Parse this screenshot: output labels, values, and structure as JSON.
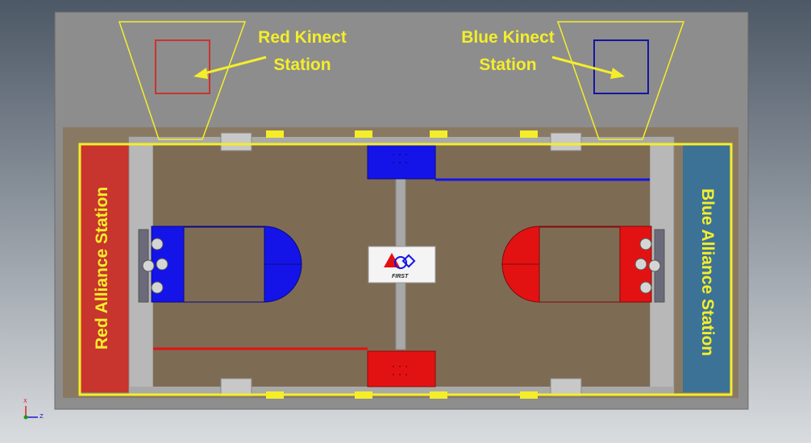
{
  "labels": {
    "red_kinect_line1": "Red Kinect",
    "red_kinect_line2": "Station",
    "blue_kinect_line1": "Blue Kinect",
    "blue_kinect_line2": "Station",
    "red_alliance": "Red Alliance Station",
    "blue_alliance": "Blue Alliance Station",
    "logo_text": "FIRST",
    "axis_x": "X",
    "axis_z": "Z"
  },
  "colors": {
    "highlight": "#f4ee2a",
    "red": "#e31212",
    "blue": "#1414e8",
    "carpet": "#7e6b54",
    "alliance_red": "#c8342e",
    "alliance_blue": "#3c7296"
  }
}
